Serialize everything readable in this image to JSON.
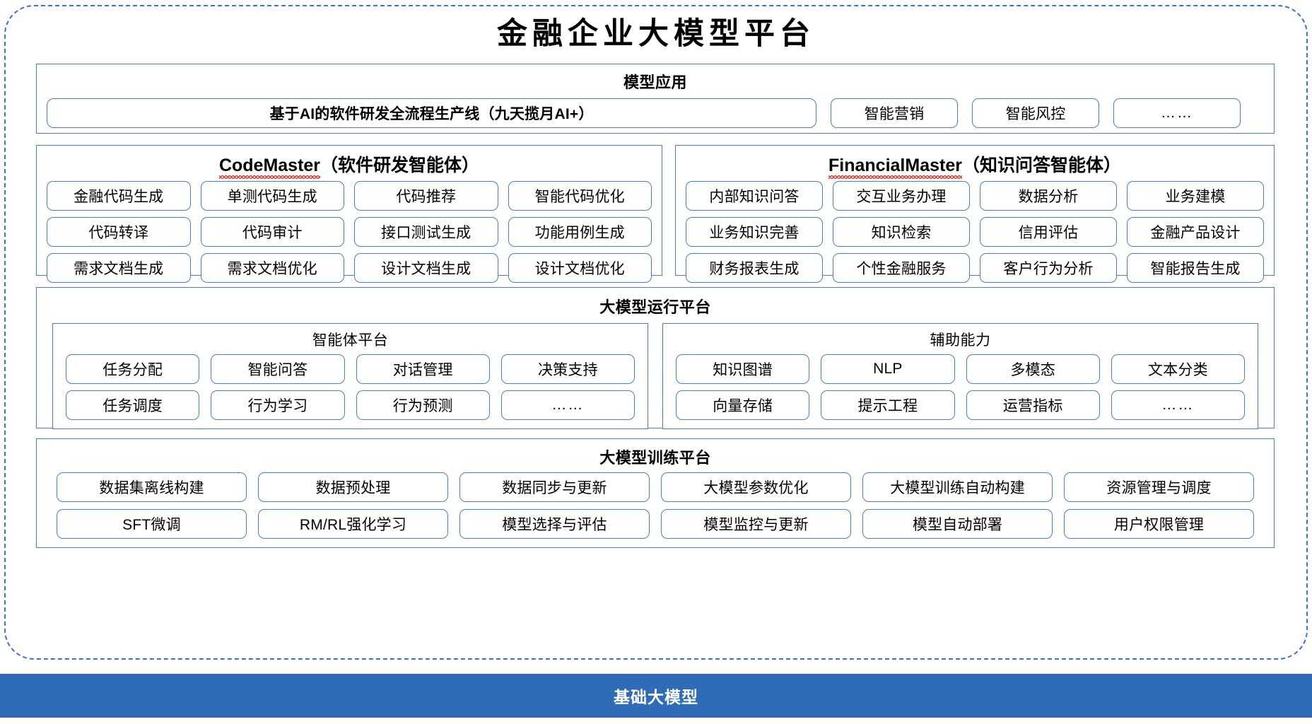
{
  "title": "金融企业大模型平台",
  "colors": {
    "border_blue": "#4a7ec4",
    "dashed_frame": "#3f6fd0",
    "base_bar": "#2e6cb8",
    "spellcheck_red": "#e03a2f"
  },
  "layers": {
    "application": {
      "title": "模型应用",
      "banner": "基于AI的软件研发全流程生产线（九天揽月AI+）",
      "items": [
        "智能营销",
        "智能风控",
        "……"
      ]
    },
    "codemaster": {
      "title_en": "CodeMaster",
      "title_cn": "（软件研发智能体）",
      "items": [
        "金融代码生成",
        "单测代码生成",
        "代码推荐",
        "智能代码优化",
        "代码转译",
        "代码审计",
        "接口测试生成",
        "功能用例生成",
        "需求文档生成",
        "需求文档优化",
        "设计文档生成",
        "设计文档优化"
      ]
    },
    "financialmaster": {
      "title_en": "FinancialMaster",
      "title_cn": "（知识问答智能体）",
      "items": [
        "内部知识问答",
        "交互业务办理",
        "数据分析",
        "业务建模",
        "业务知识完善",
        "知识检索",
        "信用评估",
        "金融产品设计",
        "财务报表生成",
        "个性金融服务",
        "客户行为分析",
        "智能报告生成"
      ]
    },
    "runtime": {
      "title": "大模型运行平台",
      "agent_platform": {
        "title": "智能体平台",
        "items": [
          "任务分配",
          "智能问答",
          "对话管理",
          "决策支持",
          "任务调度",
          "行为学习",
          "行为预测",
          "……"
        ]
      },
      "auxiliary": {
        "title": "辅助能力",
        "items": [
          "知识图谱",
          "NLP",
          "多模态",
          "文本分类",
          "向量存储",
          "提示工程",
          "运营指标",
          "……"
        ]
      }
    },
    "training": {
      "title": "大模型训练平台",
      "items": [
        "数据集离线构建",
        "数据预处理",
        "数据同步与更新",
        "大模型参数优化",
        "大模型训练自动构建",
        "资源管理与调度",
        "SFT微调",
        "RM/RL强化学习",
        "模型选择与评估",
        "模型监控与更新",
        "模型自动部署",
        "用户权限管理"
      ]
    },
    "base": {
      "label": "基础大模型"
    }
  }
}
